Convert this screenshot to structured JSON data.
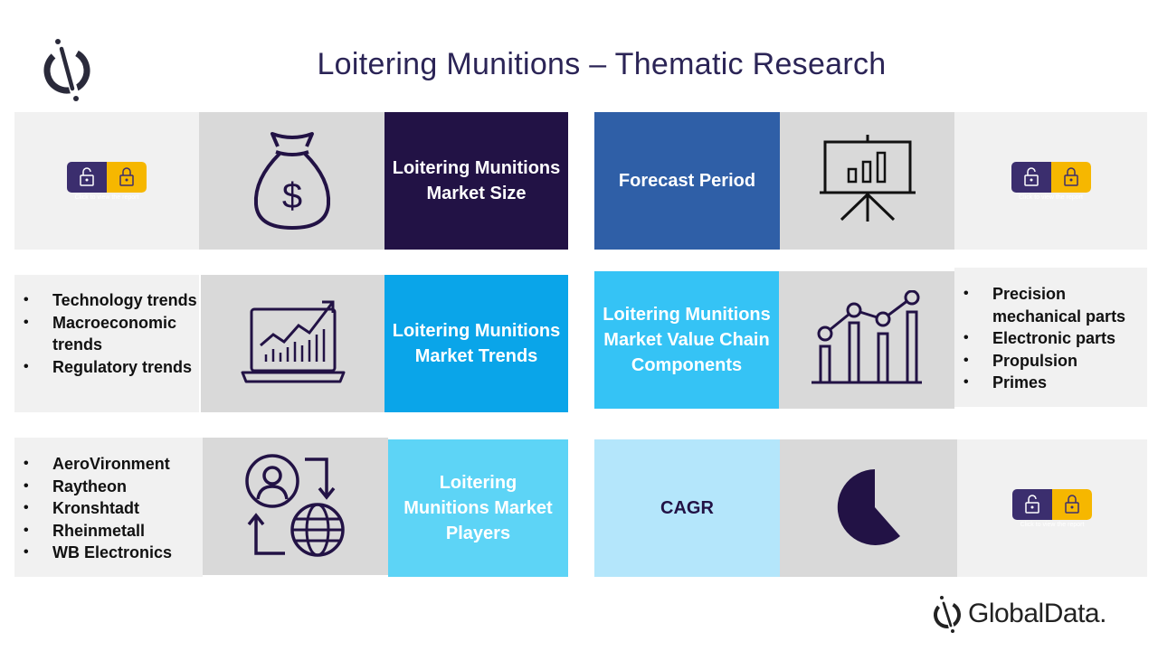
{
  "title": "Loitering Munitions – Thematic Research",
  "lock_caption": "Click to view the report",
  "colors": {
    "dark_purple": "#221245",
    "royal_blue": "#2f5fa7",
    "bright_blue": "#0aa5e9",
    "sky_blue": "#35c3f5",
    "cyan": "#5dd4f6",
    "pale_blue": "#b4e6fb",
    "lock_purple": "#3b2e6e",
    "lock_yellow": "#f6b700"
  },
  "tiles": {
    "market_size": {
      "label": "Loitering Munitions Market Size",
      "icon": "money-bag-icon"
    },
    "forecast": {
      "label": "Forecast Period",
      "icon": "presentation-board-icon"
    },
    "trends": {
      "label": "Loitering Munitions Market Trends",
      "icon": "laptop-growth-chart-icon",
      "items": [
        "Technology trends",
        "Macroeconomic trends",
        "Regulatory trends"
      ]
    },
    "value_chain": {
      "label": "Loitering Munitions Market Value Chain Components",
      "icon": "line-bar-chart-icon",
      "items": [
        "Precision mechanical parts",
        "Electronic parts",
        "Propulsion",
        "Primes"
      ]
    },
    "players": {
      "label": "Loitering Munitions Market Players",
      "icon": "user-globe-exchange-icon",
      "items": [
        "AeroVironment",
        "Raytheon",
        "Kronshtadt",
        "Rheinmetall",
        "WB Electronics"
      ]
    },
    "cagr": {
      "label": "CAGR",
      "icon": "pie-chart-icon"
    }
  },
  "footer": {
    "brand": "GlobalData."
  }
}
